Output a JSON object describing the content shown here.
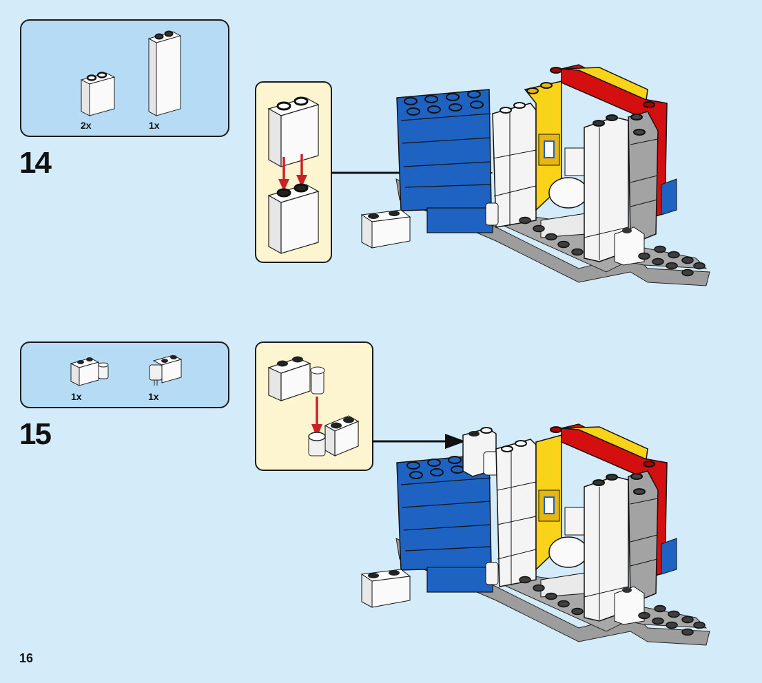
{
  "page": {
    "page_number": "16",
    "background_color": "#d4ecfa"
  },
  "steps": [
    {
      "number": "14",
      "parts": [
        {
          "name": "white-brick-1x2",
          "quantity": "2x"
        },
        {
          "name": "white-brick-1x2x5",
          "quantity": "1x"
        }
      ],
      "callout": "stack two 1x2 white bricks"
    },
    {
      "number": "15",
      "parts": [
        {
          "name": "white-hinge-brick-1x2-top",
          "quantity": "1x"
        },
        {
          "name": "white-hinge-brick-1x2-base",
          "quantity": "1x"
        }
      ],
      "callout": "attach hinge brick to hinge base"
    }
  ],
  "colors": {
    "parts_panel": "#b5dbf5",
    "callout_panel": "#fdf5cf",
    "arrow_red": "#cc2027",
    "lego_blue": "#1f63c2",
    "lego_red": "#d40f0f",
    "lego_yellow": "#f9d21a",
    "lego_gray": "#a3a3a3",
    "lego_dark_gray": "#4a4a4a"
  }
}
